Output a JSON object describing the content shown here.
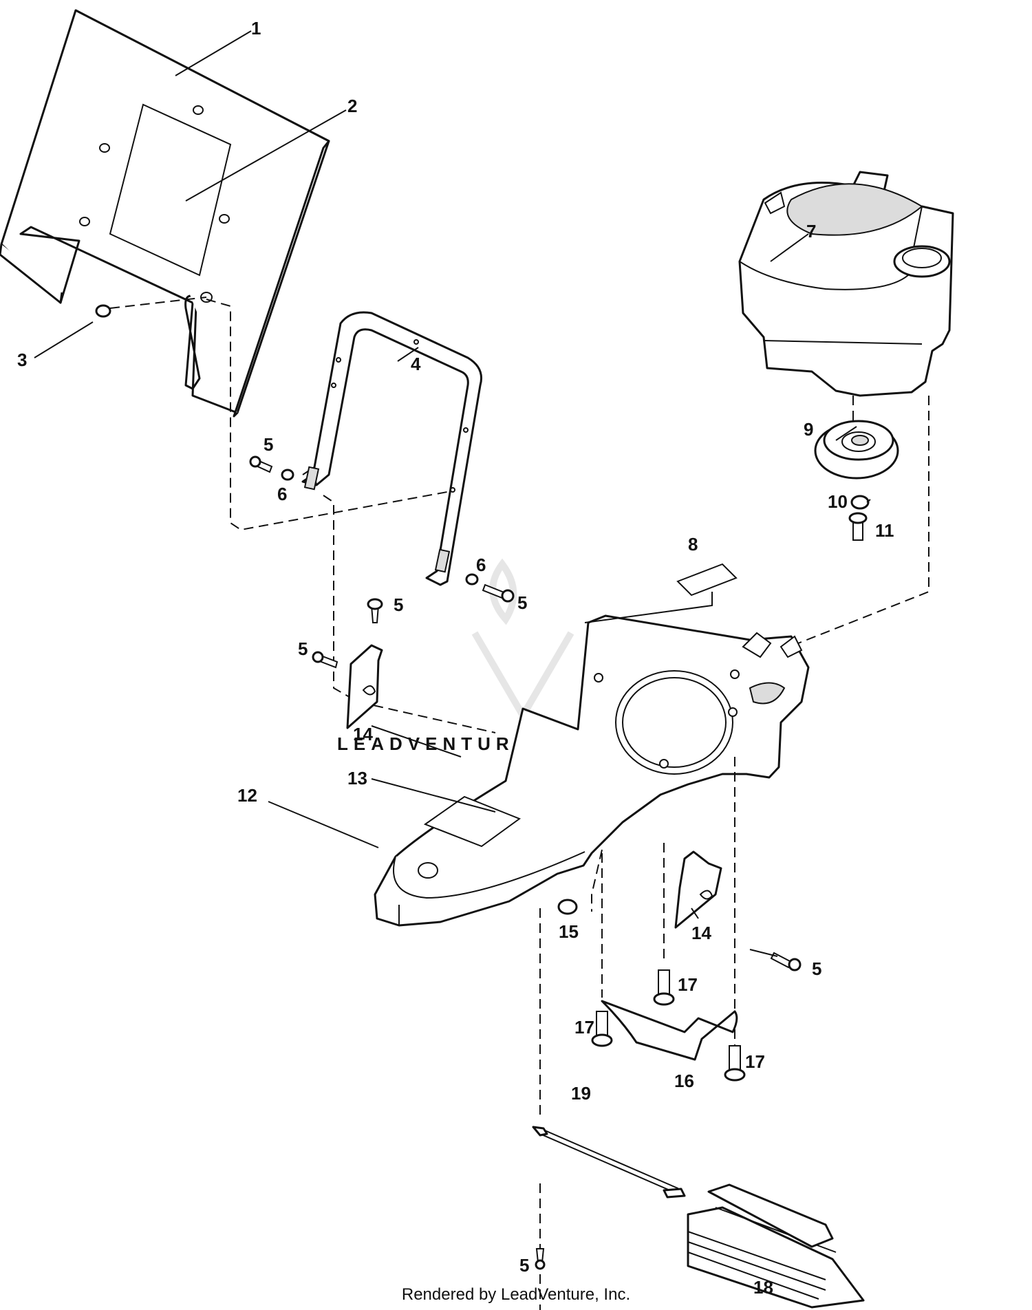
{
  "callouts": [
    {
      "id": "label-1",
      "text": "1"
    },
    {
      "id": "label-2",
      "text": "2"
    },
    {
      "id": "label-3",
      "text": "3"
    },
    {
      "id": "label-4",
      "text": "4"
    },
    {
      "id": "label-5a",
      "text": "5"
    },
    {
      "id": "label-5b",
      "text": "5"
    },
    {
      "id": "label-5c",
      "text": "5"
    },
    {
      "id": "label-5d",
      "text": "5"
    },
    {
      "id": "label-5e",
      "text": "5"
    },
    {
      "id": "label-5f",
      "text": "5"
    },
    {
      "id": "label-6a",
      "text": "6"
    },
    {
      "id": "label-6b",
      "text": "6"
    },
    {
      "id": "label-7",
      "text": "7"
    },
    {
      "id": "label-8",
      "text": "8"
    },
    {
      "id": "label-9",
      "text": "9"
    },
    {
      "id": "label-10",
      "text": "10"
    },
    {
      "id": "label-11",
      "text": "11"
    },
    {
      "id": "label-12",
      "text": "12"
    },
    {
      "id": "label-13",
      "text": "13"
    },
    {
      "id": "label-14a",
      "text": "14"
    },
    {
      "id": "label-14b",
      "text": "14"
    },
    {
      "id": "label-15",
      "text": "15"
    },
    {
      "id": "label-16",
      "text": "16"
    },
    {
      "id": "label-17a",
      "text": "17"
    },
    {
      "id": "label-17b",
      "text": "17"
    },
    {
      "id": "label-17c",
      "text": "17"
    },
    {
      "id": "label-18",
      "text": "18"
    },
    {
      "id": "label-19",
      "text": "19"
    }
  ],
  "watermark": {
    "text": "LEADVENTURE"
  },
  "footer": {
    "text": "Rendered by LeadVenture, Inc."
  }
}
